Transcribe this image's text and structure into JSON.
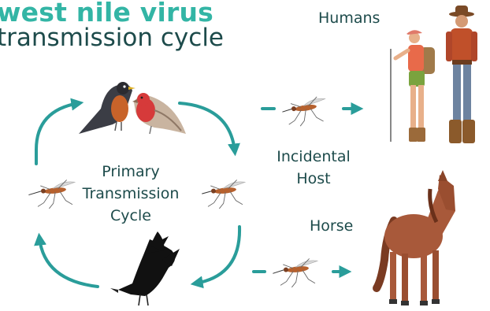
{
  "title": {
    "line1": "west nile virus",
    "line2": "transmission cycle"
  },
  "labels": {
    "cycle_line1": "Primary",
    "cycle_line2": "Transmission",
    "cycle_line3": "Cycle",
    "incidental_line1": "Incidental",
    "incidental_line2": "Host",
    "humans": "Humans",
    "horse": "Horse"
  },
  "colors": {
    "title_accent": "#33b5a5",
    "dark_text": "#1d4b4b",
    "arrow": "#2a9d9a",
    "robin_breast": "#c8632a",
    "finch_red": "#d63a3a",
    "horse": "#a8593a",
    "crow": "#111111"
  },
  "icons": [
    "robin-bird",
    "house-finch-bird",
    "crow-bird",
    "mosquito",
    "hiker-woman",
    "cowboy-man",
    "horse"
  ]
}
